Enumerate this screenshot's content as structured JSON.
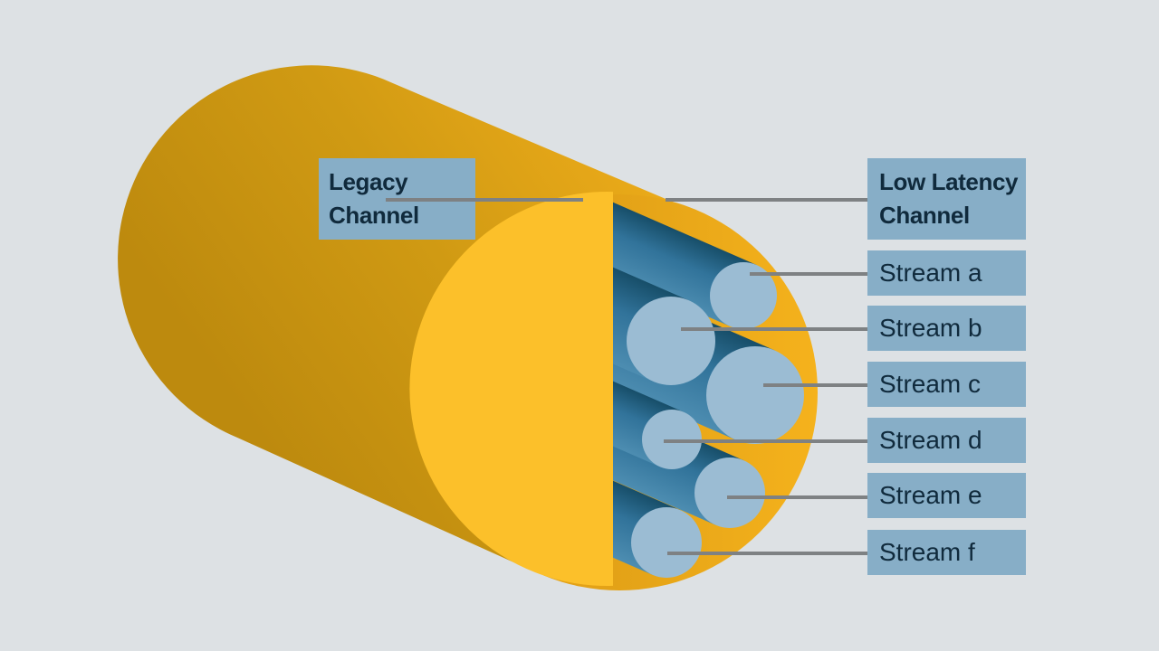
{
  "title": "Optical cable cutaway diagram with legacy and low latency channels",
  "colors": {
    "background": "#dde1e4",
    "label_bg": "#87aec7",
    "label_text": "#102a3c",
    "leader_line": "#7e8183",
    "jacket_bright": "#fcc02a",
    "jacket_body": [
      "#bd8a0e",
      "#d09a13",
      "#eeac1a"
    ],
    "jacket_inner": [
      "#e3a217",
      "#f5b21c"
    ],
    "tube": [
      "#174e69",
      "#31739a",
      "#4d8db1"
    ],
    "fiber_face": "#9bbcd3"
  },
  "labels": {
    "legacy_channel": "Legacy\nChannel",
    "low_latency_channel": "Low Latency\nChannel",
    "streams": [
      "Stream a",
      "Stream b",
      "Stream c",
      "Stream d",
      "Stream e",
      "Stream f"
    ]
  }
}
